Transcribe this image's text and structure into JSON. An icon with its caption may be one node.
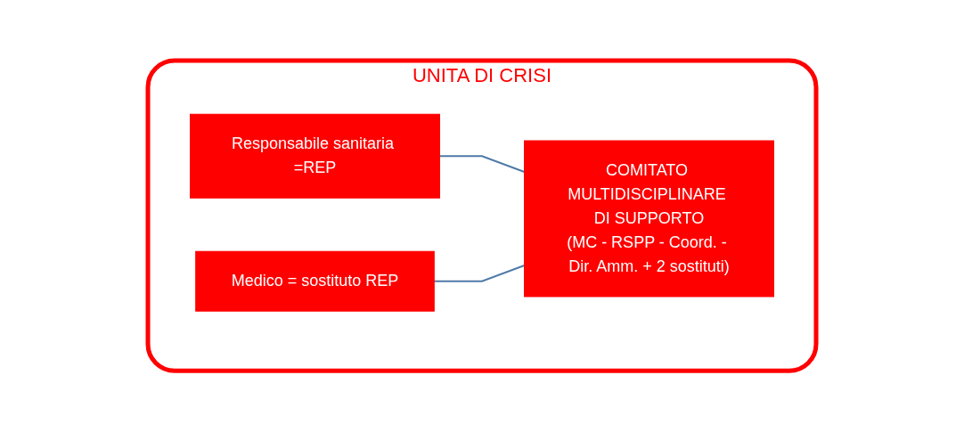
{
  "diagram": {
    "nodes": [
      {
        "text": [
          "UNITA DI CRISI"
        ]
      },
      {
        "text": [
          "Responsabile sanitaria =REP"
        ],
        "in": 0
      },
      {
        "text": [
          "Medico = sostituto REP"
        ],
        "in": 0
      },
      {
        "text": [
          "COMITATO MULTIDISCIPLINARE DI SUPPORTO",
          "(MC - RSPP - Coord. - Dir. Amm. + 2 sostituti)"
        ],
        "in": 0
      }
    ],
    "edges": [
      {
        "from": 1,
        "to": 3,
        "arrow": "none"
      },
      {
        "from": 2,
        "to": 3,
        "arrow": "none"
      }
    ]
  }
}
